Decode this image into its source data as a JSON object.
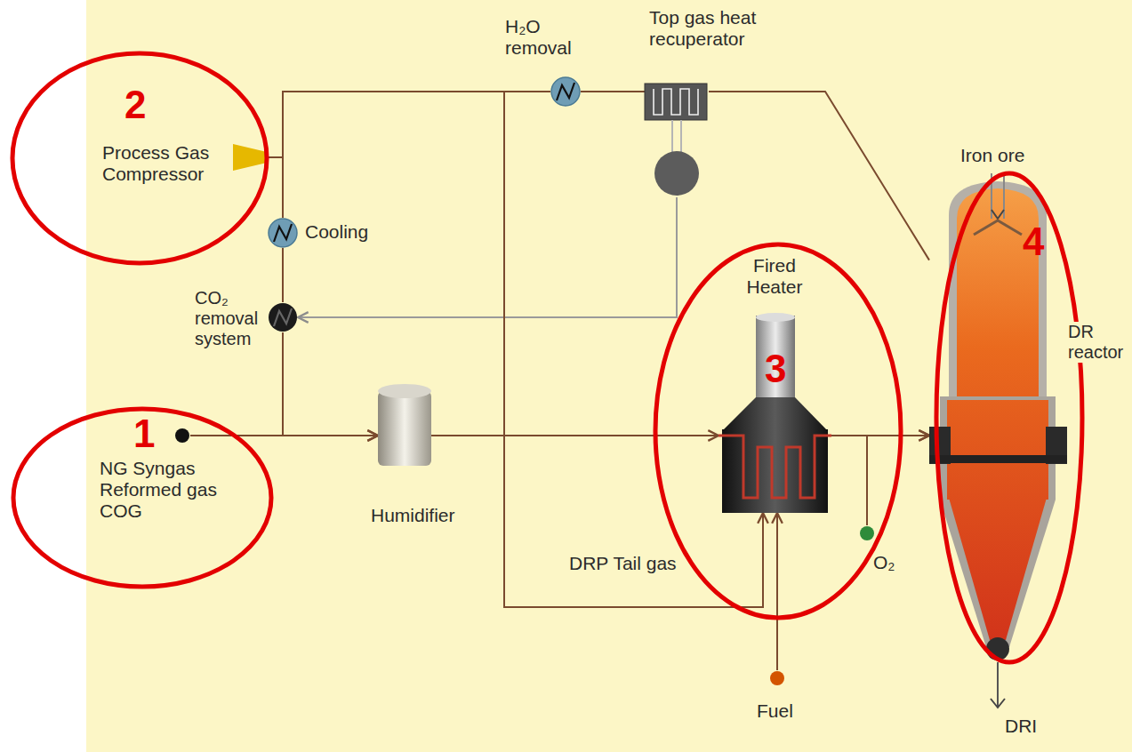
{
  "diagram": {
    "nodes": [
      {
        "text": [
          "Top gas heat recuperator"
        ]
      },
      {
        "text": [
          "H₂O removal"
        ]
      },
      {
        "text": [
          "Process Gas Compressor"
        ]
      },
      {
        "text": [
          "Cooling"
        ]
      },
      {
        "text": [
          "CO₂ removal system"
        ]
      },
      {
        "text": [
          "NG Syngas Reformed gas COG"
        ]
      },
      {
        "text": [
          "Humidifier"
        ]
      },
      {
        "text": [
          "Fired Heater"
        ]
      },
      {
        "text": [
          "DR reactor"
        ]
      },
      {
        "text": [
          "O₂"
        ]
      },
      {
        "text": [
          "Fuel"
        ]
      }
    ],
    "edges": [
      {
        "from": 8,
        "to": 0,
        "arrow": "none"
      },
      {
        "from": 0,
        "to": 1,
        "arrow": "none"
      },
      {
        "from": 1,
        "to": 2,
        "arrow": "none"
      },
      {
        "from": 2,
        "to": 3,
        "arrow": "none"
      },
      {
        "from": 3,
        "to": 4,
        "arrow": "none"
      },
      {
        "from": 0,
        "to": 4,
        "arrow": "to"
      },
      {
        "from": 4,
        "to": 6,
        "arrow": "to"
      },
      {
        "from": 5,
        "to": 6,
        "arrow": "to"
      },
      {
        "from": 6,
        "to": 7,
        "arrow": "to"
      },
      {
        "from": 1,
        "to": 7,
        "label": "DRP Tail gas",
        "arrow": "to"
      },
      {
        "from": 10,
        "to": 7,
        "arrow": "to"
      },
      {
        "from": 7,
        "to": 8,
        "arrow": "to"
      },
      {
        "from": 9,
        "to": 8,
        "arrow": "to"
      }
    ],
    "labels": [
      "Iron ore",
      "DRI",
      "1",
      "2",
      "3",
      "4"
    ]
  }
}
